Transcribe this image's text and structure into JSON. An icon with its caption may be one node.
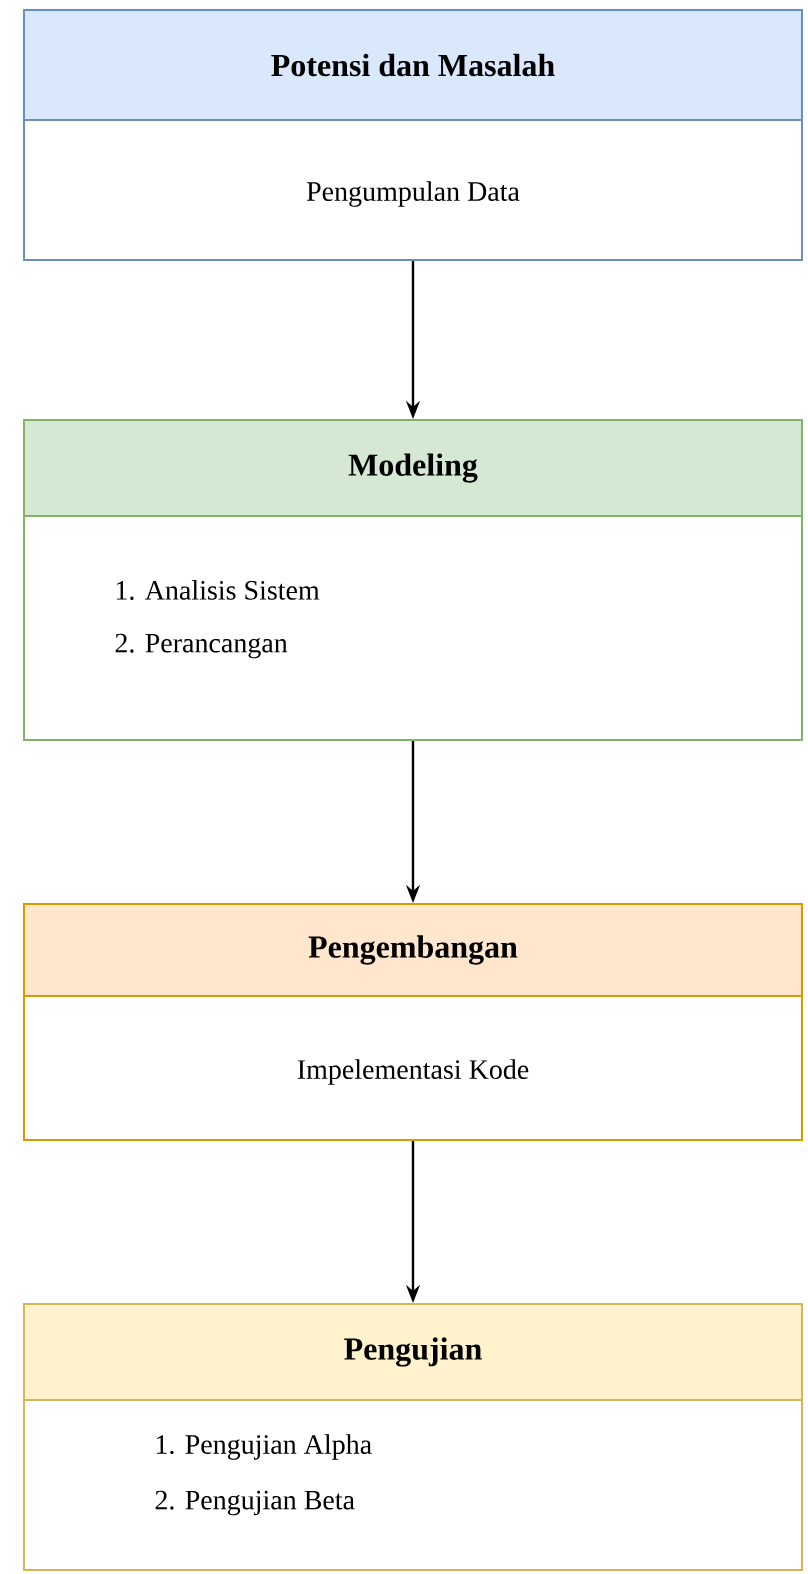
{
  "diagram": {
    "nodes": [
      {
        "text": [
          "Potensi dan Masalah",
          "Pengumpulan Data"
        ]
      },
      {
        "text": [
          "Modeling",
          "1. Analisis Sistem",
          "2. Perancangan"
        ]
      },
      {
        "text": [
          "Pengembangan",
          "Impelementasi Kode"
        ]
      },
      {
        "text": [
          "Pengujian",
          "1. Pengujian Alpha",
          "2. Pengujian Beta"
        ]
      }
    ],
    "edges": [
      {
        "from": 0,
        "to": 1,
        "arrow": "to"
      },
      {
        "from": 1,
        "to": 2,
        "arrow": "to"
      },
      {
        "from": 2,
        "to": 3,
        "arrow": "to"
      }
    ]
  }
}
